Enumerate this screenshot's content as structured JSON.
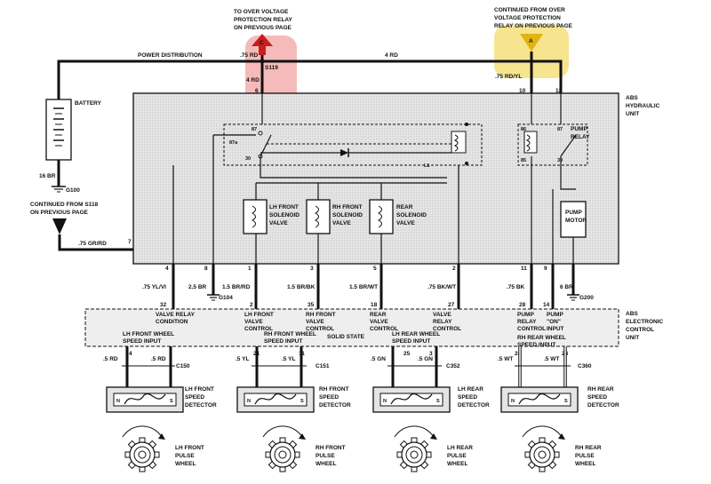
{
  "colors": {
    "highlight_red": "#f2a9a9",
    "highlight_red_arrow": "#c81e1e",
    "highlight_yellow": "#f5dd73",
    "highlight_yellow_arrow": "#e0b412"
  },
  "top": {
    "left_note": [
      "TO OVER VOLTAGE",
      "PROTECTION RELAY",
      "ON PREVIOUS PAGE"
    ],
    "right_note": [
      "CONTINUED FROM OVER",
      "VOLTAGE PROTECTION",
      "RELAY ON PREVIOUS PAGE"
    ],
    "connector_c": "C",
    "connector_a": "A",
    "power_distribution": "POWER DISTRIBUTION",
    "wire_75rd": ".75 RD",
    "splice_s119": "S119",
    "wire_4rd_top": "4 RD",
    "wire_4rd_vert": "4 RD",
    "wire_75rdyl": ".75 RD/YL"
  },
  "battery": {
    "label": "BATTERY",
    "wire": "16 BR",
    "ground": "G100",
    "b_note": [
      "CONTINUED FROM S118",
      "ON PREVIOUS PAGE"
    ],
    "connector_b": "B",
    "wire_gr_rd": ".75 GR/RD"
  },
  "hydraulic": {
    "title": [
      "ABS",
      "HYDRAULIC",
      "UNIT"
    ],
    "pins_top": [
      "6",
      "10",
      "12"
    ],
    "relay_terms": [
      "87",
      "87a",
      "30",
      "86",
      "87",
      "85",
      "30"
    ],
    "l1": "L1",
    "pump_relay": [
      "PUMP",
      "RELAY"
    ],
    "lh_front_valve": [
      "LH FRONT",
      "SOLENOID",
      "VALVE"
    ],
    "rh_front_valve": [
      "RH FRONT",
      "SOLENOID",
      "VALVE"
    ],
    "rear_valve": [
      "REAR",
      "SOLENOID",
      "VALVE"
    ],
    "pump_motor": [
      "PUMP",
      "MOTOR"
    ],
    "pin_7": "7",
    "pins_bottom": [
      "4",
      "8",
      "1",
      "3",
      "5",
      "2",
      "11",
      "9"
    ]
  },
  "harness": {
    "wires": [
      ".75 YL/VI",
      "2.5 BR",
      "1.5 BR/RD",
      "1.5 BR/BK",
      "1.5 BR/WT",
      ".75 BK/WT",
      ".75 BK",
      "6 BR"
    ],
    "ground_g104": "G104",
    "ground_g200": "G200",
    "control_pins": [
      "32",
      "2",
      "35",
      "18",
      "27",
      "28",
      "14"
    ]
  },
  "control_unit": {
    "title": [
      "ABS",
      "ELECTRONIC",
      "CONTROL",
      "UNIT"
    ],
    "labels": [
      [
        "VALVE RELAY",
        "CONDITION"
      ],
      [
        "LH FRONT",
        "VALVE",
        "CONTROL"
      ],
      [
        "RH FRONT",
        "VALVE",
        "CONTROL"
      ],
      [
        "REAR",
        "VALVE",
        "CONTROL"
      ],
      [
        "VALVE",
        "RELAY",
        "CONTROL"
      ],
      [
        "PUMP",
        "RELAY",
        "CONTROL"
      ],
      [
        "PUMP",
        "\"ON\"",
        "INPUT"
      ]
    ],
    "solid_state": "SOLID STATE",
    "speed_inputs": [
      [
        "LH FRONT WHEEL",
        "SPEED INPUT"
      ],
      [
        "RH FRONT WHEEL",
        "SPEED INPUT"
      ],
      [
        "LH REAR WHEEL",
        "SPEED INPUT"
      ],
      [
        "RH REAR WHEEL",
        "SPEED INPUT"
      ]
    ],
    "bottom_pins": [
      "4",
      "21",
      "11",
      "3",
      "25",
      "24",
      "26"
    ]
  },
  "sensors": [
    {
      "wires": [
        ".5 RD",
        ".5 RD"
      ],
      "conn": "C150",
      "det": [
        "LH FRONT",
        "SPEED",
        "DETECTOR"
      ],
      "wheel": [
        "LH FRONT",
        "PULSE",
        "WHEEL"
      ]
    },
    {
      "wires": [
        ".5 YL",
        ".5 YL"
      ],
      "conn": "C151",
      "det": [
        "RH FRONT",
        "SPEED",
        "DETECTOR"
      ],
      "wheel": [
        "RH FRONT",
        "PULSE",
        "WHEEL"
      ]
    },
    {
      "wires": [
        ".5 GN",
        ".5 GN"
      ],
      "conn": "C352",
      "det": [
        "LH REAR",
        "SPEED",
        "DETECTOR"
      ],
      "wheel": [
        "LH REAR",
        "PULSE",
        "WHEEL"
      ]
    },
    {
      "wires": [
        ".5 WT",
        ".5 WT"
      ],
      "conn": "C360",
      "det": [
        "RH REAR",
        "SPEED",
        "DETECTOR"
      ],
      "wheel": [
        "RH REAR",
        "PULSE",
        "WHEEL"
      ]
    }
  ],
  "detector_terms": [
    "N",
    "S"
  ]
}
